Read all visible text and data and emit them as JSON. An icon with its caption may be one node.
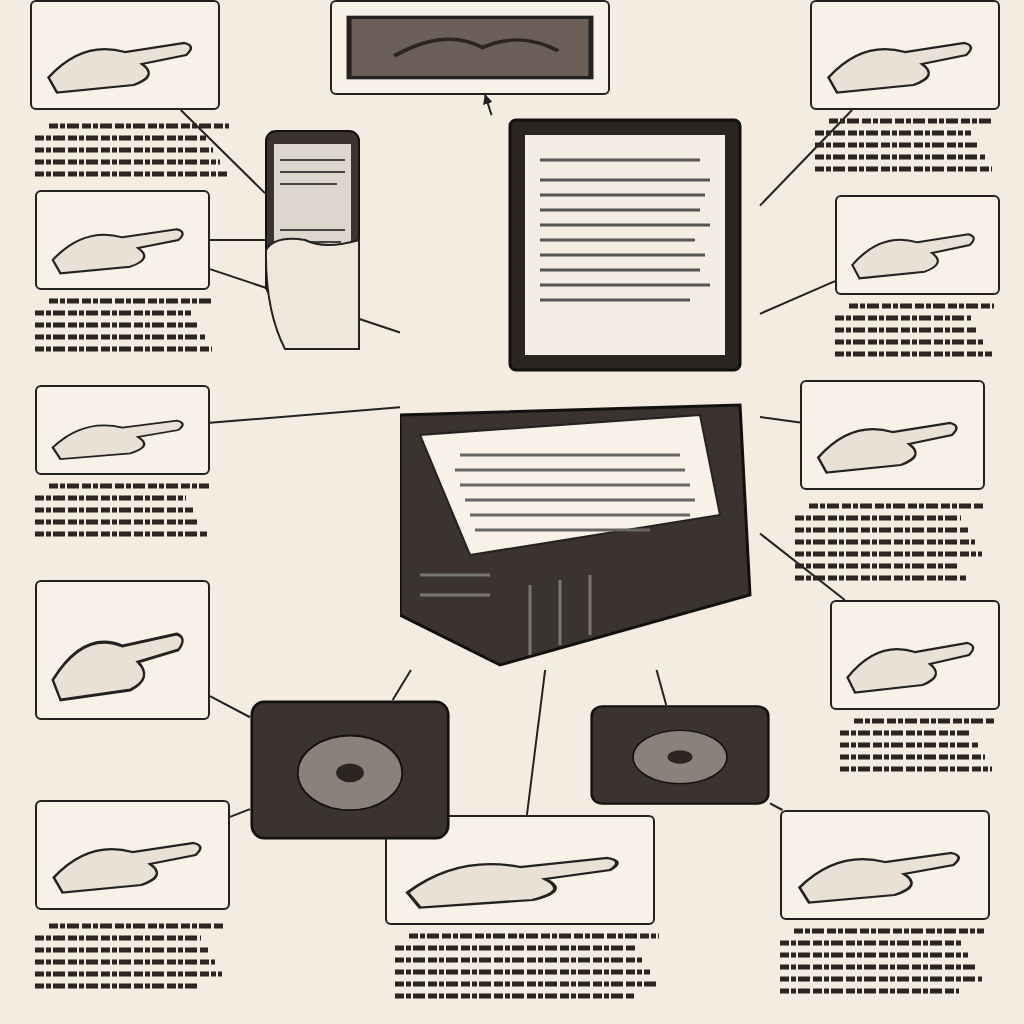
{
  "diagram": {
    "nodes": [
      {
        "text": [],
        "shape": "picture"
      },
      {
        "text": [],
        "shape": "picture"
      },
      {
        "text": [],
        "shape": "picture"
      },
      {
        "text": [],
        "shape": "picture"
      },
      {
        "text": [],
        "shape": "picture"
      },
      {
        "text": [],
        "shape": "picture"
      },
      {
        "text": [],
        "shape": "picture"
      },
      {
        "text": [],
        "shape": "picture"
      },
      {
        "text": [],
        "shape": "picture"
      },
      {
        "text": [],
        "shape": "picture"
      },
      {
        "text": [],
        "shape": "picture"
      },
      {
        "text": [],
        "shape": "picture"
      },
      {
        "text": [],
        "shape": "picture"
      },
      {
        "text": [],
        "shape": "picture"
      },
      {
        "text": [],
        "shape": "picture"
      },
      {
        "text": [],
        "shape": "picture"
      }
    ],
    "edges": [
      {
        "from": 0,
        "to": 12,
        "arrow": "none"
      },
      {
        "from": 13,
        "to": 1,
        "arrow": "to"
      },
      {
        "from": 2,
        "to": 13,
        "arrow": "none"
      },
      {
        "from": 3,
        "to": 12,
        "arrow": "none"
      },
      {
        "from": 3,
        "to": 13,
        "arrow": "none"
      },
      {
        "from": 5,
        "to": 13,
        "arrow": "none"
      },
      {
        "from": 4,
        "to": 13,
        "arrow": "none"
      },
      {
        "from": 6,
        "to": 13,
        "arrow": "none"
      },
      {
        "from": 7,
        "to": 14,
        "arrow": "none"
      },
      {
        "from": 8,
        "to": 13,
        "arrow": "none"
      },
      {
        "from": 9,
        "to": 14,
        "arrow": "none"
      },
      {
        "from": 10,
        "to": 13,
        "arrow": "none"
      },
      {
        "from": 11,
        "to": 15,
        "arrow": "none"
      },
      {
        "from": 13,
        "to": 14,
        "arrow": "none"
      },
      {
        "from": 13,
        "to": 15,
        "arrow": "none"
      }
    ]
  }
}
